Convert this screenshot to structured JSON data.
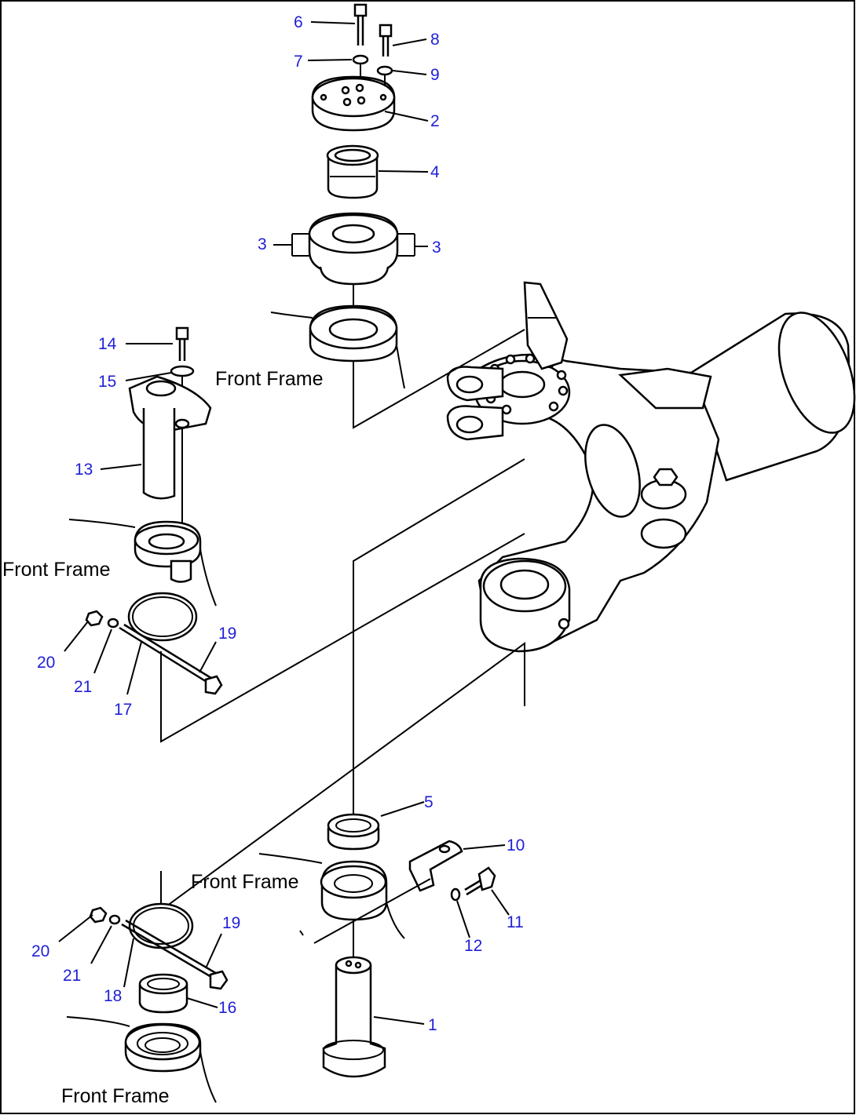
{
  "diagram": {
    "frame_label": "Front Frame",
    "callouts": {
      "c1": "1",
      "c2": "2",
      "c3a": "3",
      "c3b": "3",
      "c4": "4",
      "c5": "5",
      "c6": "6",
      "c7": "7",
      "c8": "8",
      "c9": "9",
      "c10": "10",
      "c11": "11",
      "c12": "12",
      "c13": "13",
      "c14": "14",
      "c15": "15",
      "c16": "16",
      "c17": "17",
      "c18": "18",
      "c19a": "19",
      "c19b": "19",
      "c20a": "20",
      "c20b": "20",
      "c21a": "21",
      "c21b": "21"
    },
    "colors": {
      "callout": "#1f1fd6",
      "line": "#000000",
      "background": "#ffffff"
    }
  }
}
